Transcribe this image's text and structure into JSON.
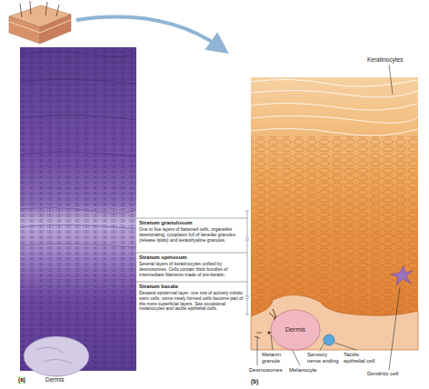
{
  "diagram": {
    "nodes": [
      {
        "text": [
          "Dermis"
        ]
      }
    ],
    "labels": [
      "Keratinocytes",
      "Stratum granulosum",
      "One to five layers of flattened cells, organelles deteriorating; cytoplasm full of lamellar granules (release lipids) and keratohyaline granules.",
      "Stratum spinosum",
      "Several layers of keratinocytes unified by desmosomes. Cells contain thick bundles of intermediate filaments made of pre-keratin.",
      "Stratum basale",
      "Deepest epidermal layer; one row of actively mitotic stem cells; some newly formed cells become part of the more superficial layers. See occasional melanocytes and tactile epithelial cells.",
      "(a)",
      "Dermis",
      "Melanin granule",
      "Sensory nerve ending",
      "Tactile epithelial cell",
      "Desmosomes",
      "Melanocyte",
      "Dendritic cell",
      "(b)"
    ]
  }
}
